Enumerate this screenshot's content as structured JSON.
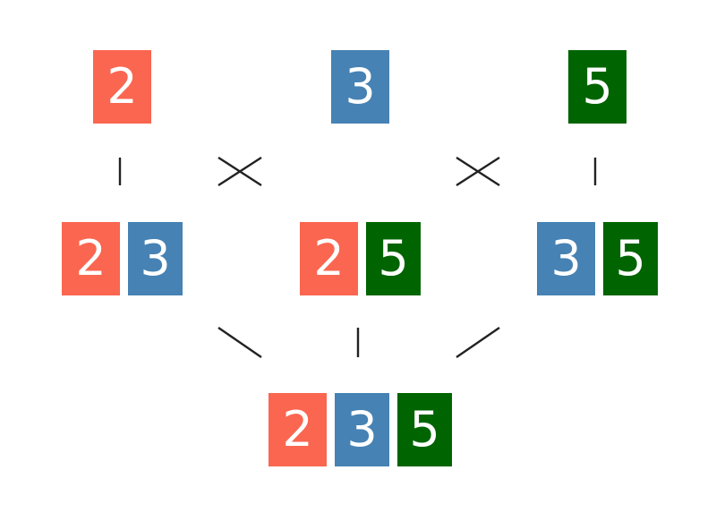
{
  "colors": {
    "2": "#fa6650",
    "3": "#4682b4",
    "5": "#006400"
  },
  "levels": [
    {
      "nodes": [
        [
          "2"
        ],
        [
          "3"
        ],
        [
          "5"
        ]
      ]
    },
    {
      "nodes": [
        [
          "2",
          "3"
        ],
        [
          "2",
          "5"
        ],
        [
          "3",
          "5"
        ]
      ]
    },
    {
      "nodes": [
        [
          "2",
          "3",
          "5"
        ]
      ]
    }
  ]
}
